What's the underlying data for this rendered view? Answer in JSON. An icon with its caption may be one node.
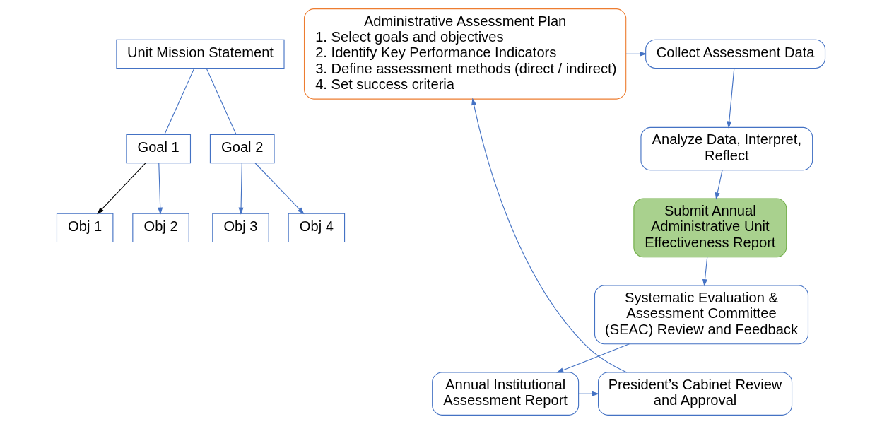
{
  "diagram": {
    "nodes": [
      {
        "text": [
          "Unit Mission Statement"
        ]
      },
      {
        "text": [
          "Goal 1"
        ]
      },
      {
        "text": [
          "Goal 2"
        ]
      },
      {
        "text": [
          "Obj 1"
        ]
      },
      {
        "text": [
          "Obj 2"
        ]
      },
      {
        "text": [
          "Obj 3"
        ]
      },
      {
        "text": [
          "Obj 4"
        ]
      },
      {
        "text": [
          "Administrative Assessment Plan",
          "1. Select goals and objectives",
          "2. Identify Key Performance Indicators",
          "3. Define assessment methods (direct / indirect)",
          "4. Set success criteria"
        ]
      },
      {
        "text": [
          "Collect Assessment Data"
        ]
      },
      {
        "text": [
          "Analyze Data, Interpret, Reflect"
        ]
      },
      {
        "text": [
          "Submit Annual Administrative Unit Effectiveness Report"
        ]
      },
      {
        "text": [
          "Systematic Evaluation & Assessment Committee (SEAC) Review and Feedback"
        ]
      },
      {
        "text": [
          "Annual Institutional Assessment Report"
        ]
      },
      {
        "text": [
          "President’s Cabinet Review and Approval"
        ]
      }
    ],
    "edges": [
      {
        "from": 0,
        "to": 1,
        "arrow": "none"
      },
      {
        "from": 0,
        "to": 2,
        "arrow": "none"
      },
      {
        "from": 1,
        "to": 3,
        "arrow": "to",
        "color": "#000000"
      },
      {
        "from": 1,
        "to": 4,
        "arrow": "to"
      },
      {
        "from": 2,
        "to": 5,
        "arrow": "to"
      },
      {
        "from": 2,
        "to": 6,
        "arrow": "to"
      },
      {
        "from": 7,
        "to": 8,
        "arrow": "to"
      },
      {
        "from": 8,
        "to": 9,
        "arrow": "to"
      },
      {
        "from": 9,
        "to": 10,
        "arrow": "to"
      },
      {
        "from": 10,
        "to": 11,
        "arrow": "to"
      },
      {
        "from": 11,
        "to": 12,
        "arrow": "to"
      },
      {
        "from": 12,
        "to": 13,
        "arrow": "to"
      },
      {
        "from": 13,
        "to": 7,
        "arrow": "to"
      }
    ]
  }
}
